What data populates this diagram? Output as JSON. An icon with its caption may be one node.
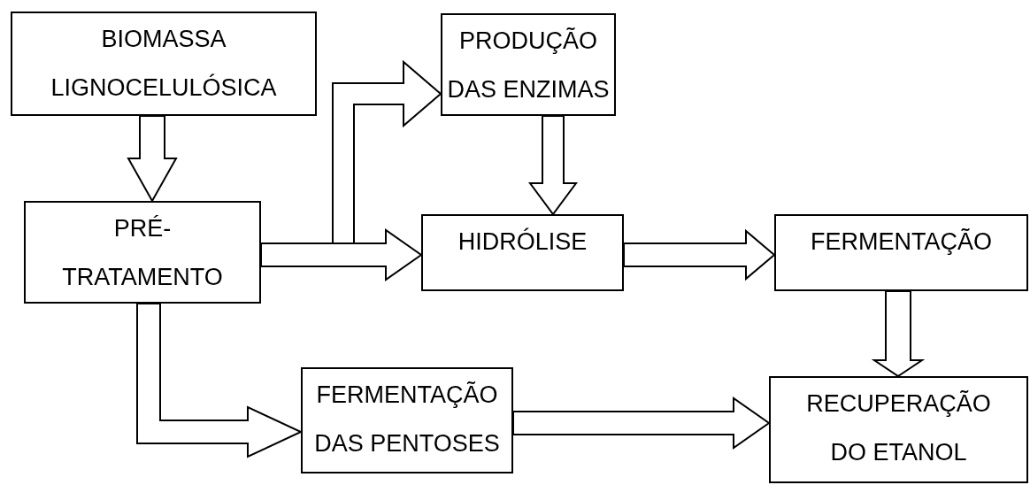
{
  "diagram": {
    "nodes": [
      {
        "text": [
          "BIOMASSA LIGNOCELULÓSICA"
        ]
      },
      {
        "text": [
          "PRODUÇÃO DAS ENZIMAS"
        ]
      },
      {
        "text": [
          "PRÉ- TRATAMENTO"
        ]
      },
      {
        "text": [
          "HIDRÓLISE"
        ]
      },
      {
        "text": [
          "FERMENTAÇÃO"
        ]
      },
      {
        "text": [
          "FERMENTAÇÃO DAS PENTOSES"
        ]
      },
      {
        "text": [
          "RECUPERAÇÃO DO ETANOL"
        ]
      }
    ],
    "edges": [
      {
        "from": 0,
        "to": 2,
        "arrow": "to"
      },
      {
        "from": 2,
        "to": 1,
        "arrow": "to"
      },
      {
        "from": 2,
        "to": 3,
        "arrow": "to"
      },
      {
        "from": 1,
        "to": 3,
        "arrow": "to"
      },
      {
        "from": 3,
        "to": 4,
        "arrow": "to"
      },
      {
        "from": 4,
        "to": 6,
        "arrow": "to"
      },
      {
        "from": 2,
        "to": 5,
        "arrow": "to"
      },
      {
        "from": 5,
        "to": 6,
        "arrow": "to"
      }
    ]
  }
}
